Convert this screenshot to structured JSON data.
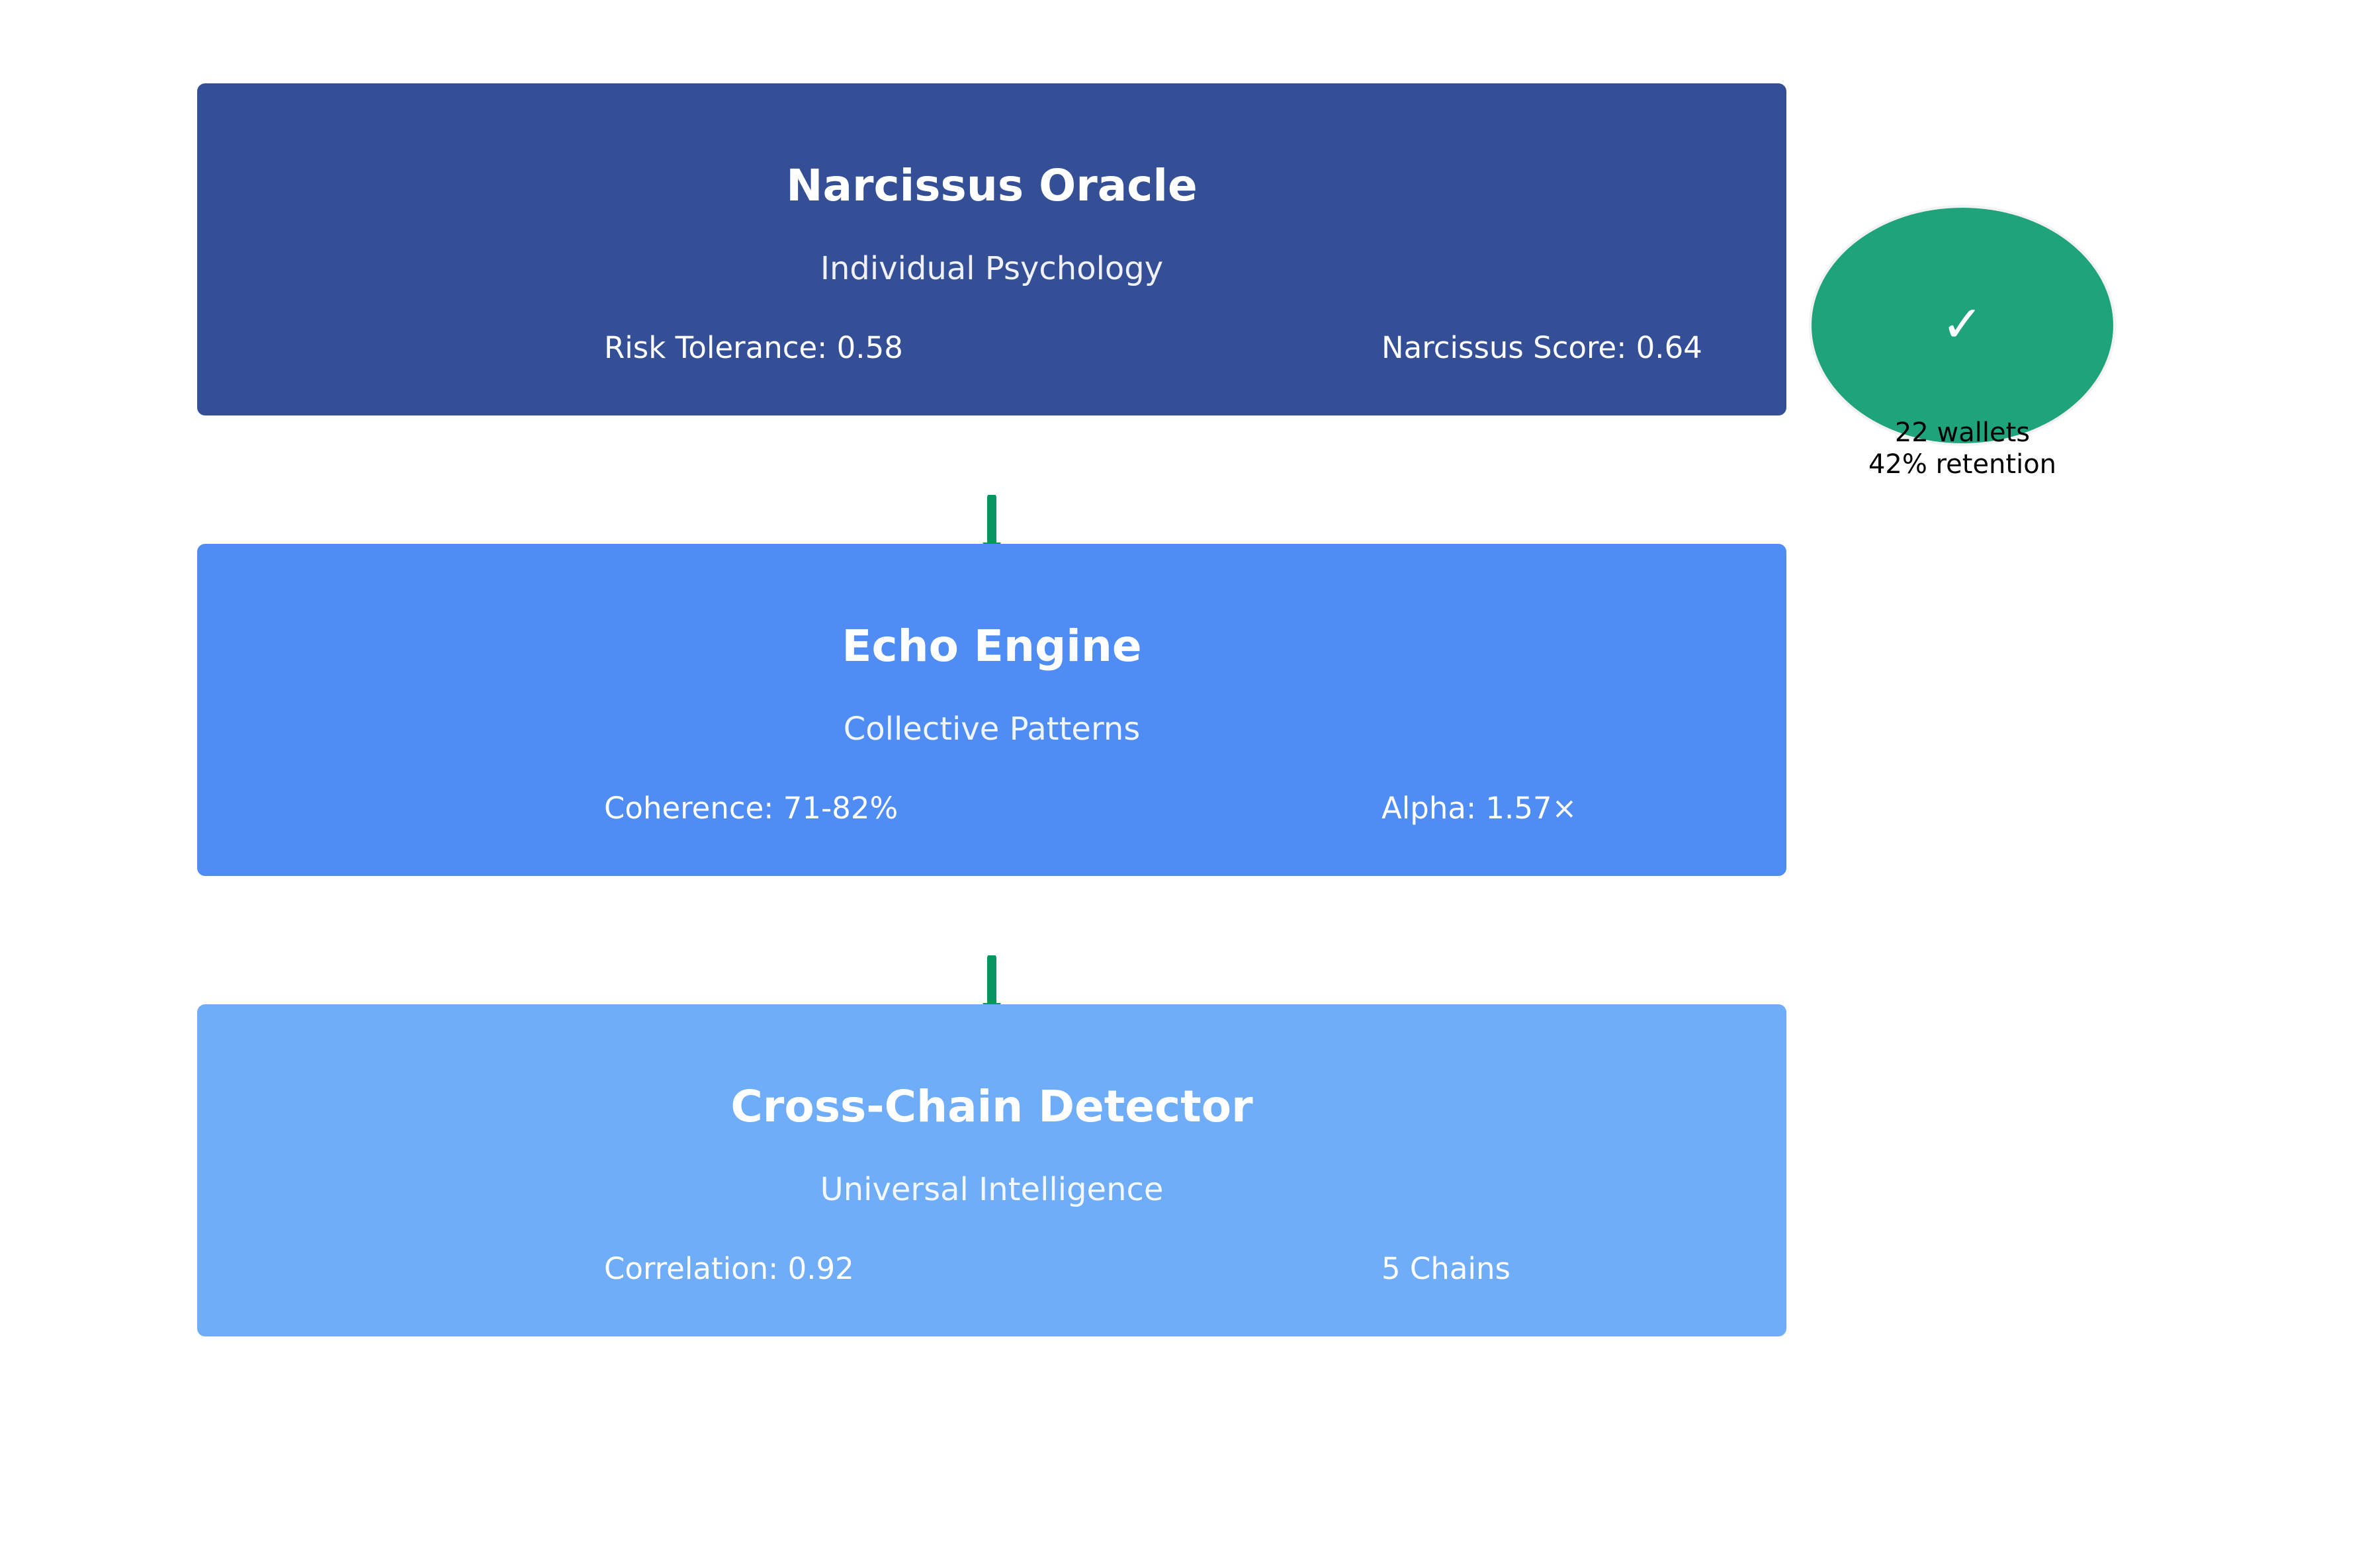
{
  "colors": {
    "layer_1": "#354F96",
    "layer_2": "#4F8DF5",
    "layer_3": "#70ADF8",
    "arrow": "#079562",
    "badge": "#1FA37A"
  },
  "layers": [
    {
      "title": "Narcissus Oracle",
      "subtitle": "Individual Psychology",
      "metric_left": "Risk Tolerance: 0.58",
      "metric_right": "Narcissus Score: 0.64"
    },
    {
      "title": "Echo Engine",
      "subtitle": "Collective Patterns",
      "metric_left": "Coherence: 71-82%",
      "metric_right": "Alpha: 1.57×"
    },
    {
      "title": "Cross-Chain Detector",
      "subtitle": "Universal Intelligence",
      "metric_left": "Correlation: 0.92",
      "metric_right": "5 Chains"
    }
  ],
  "badge": {
    "icon": "checkmark-icon",
    "symbol": "✓",
    "line_1": "22 wallets",
    "line_2": "42% retention"
  }
}
